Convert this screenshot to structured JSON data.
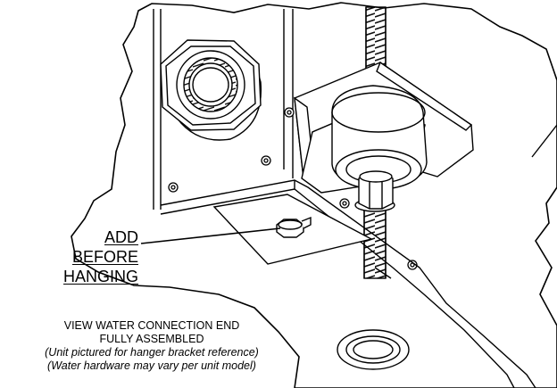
{
  "callout": {
    "line1": "ADD",
    "line2": "BEFORE",
    "line3": "HANGING"
  },
  "caption": {
    "line1": "VIEW WATER CONNECTION END",
    "line2": "FULLY ASSEMBLED",
    "line3": "(Unit pictured for hanger bracket reference)",
    "line4": "(Water hardware may vary per unit model)"
  }
}
